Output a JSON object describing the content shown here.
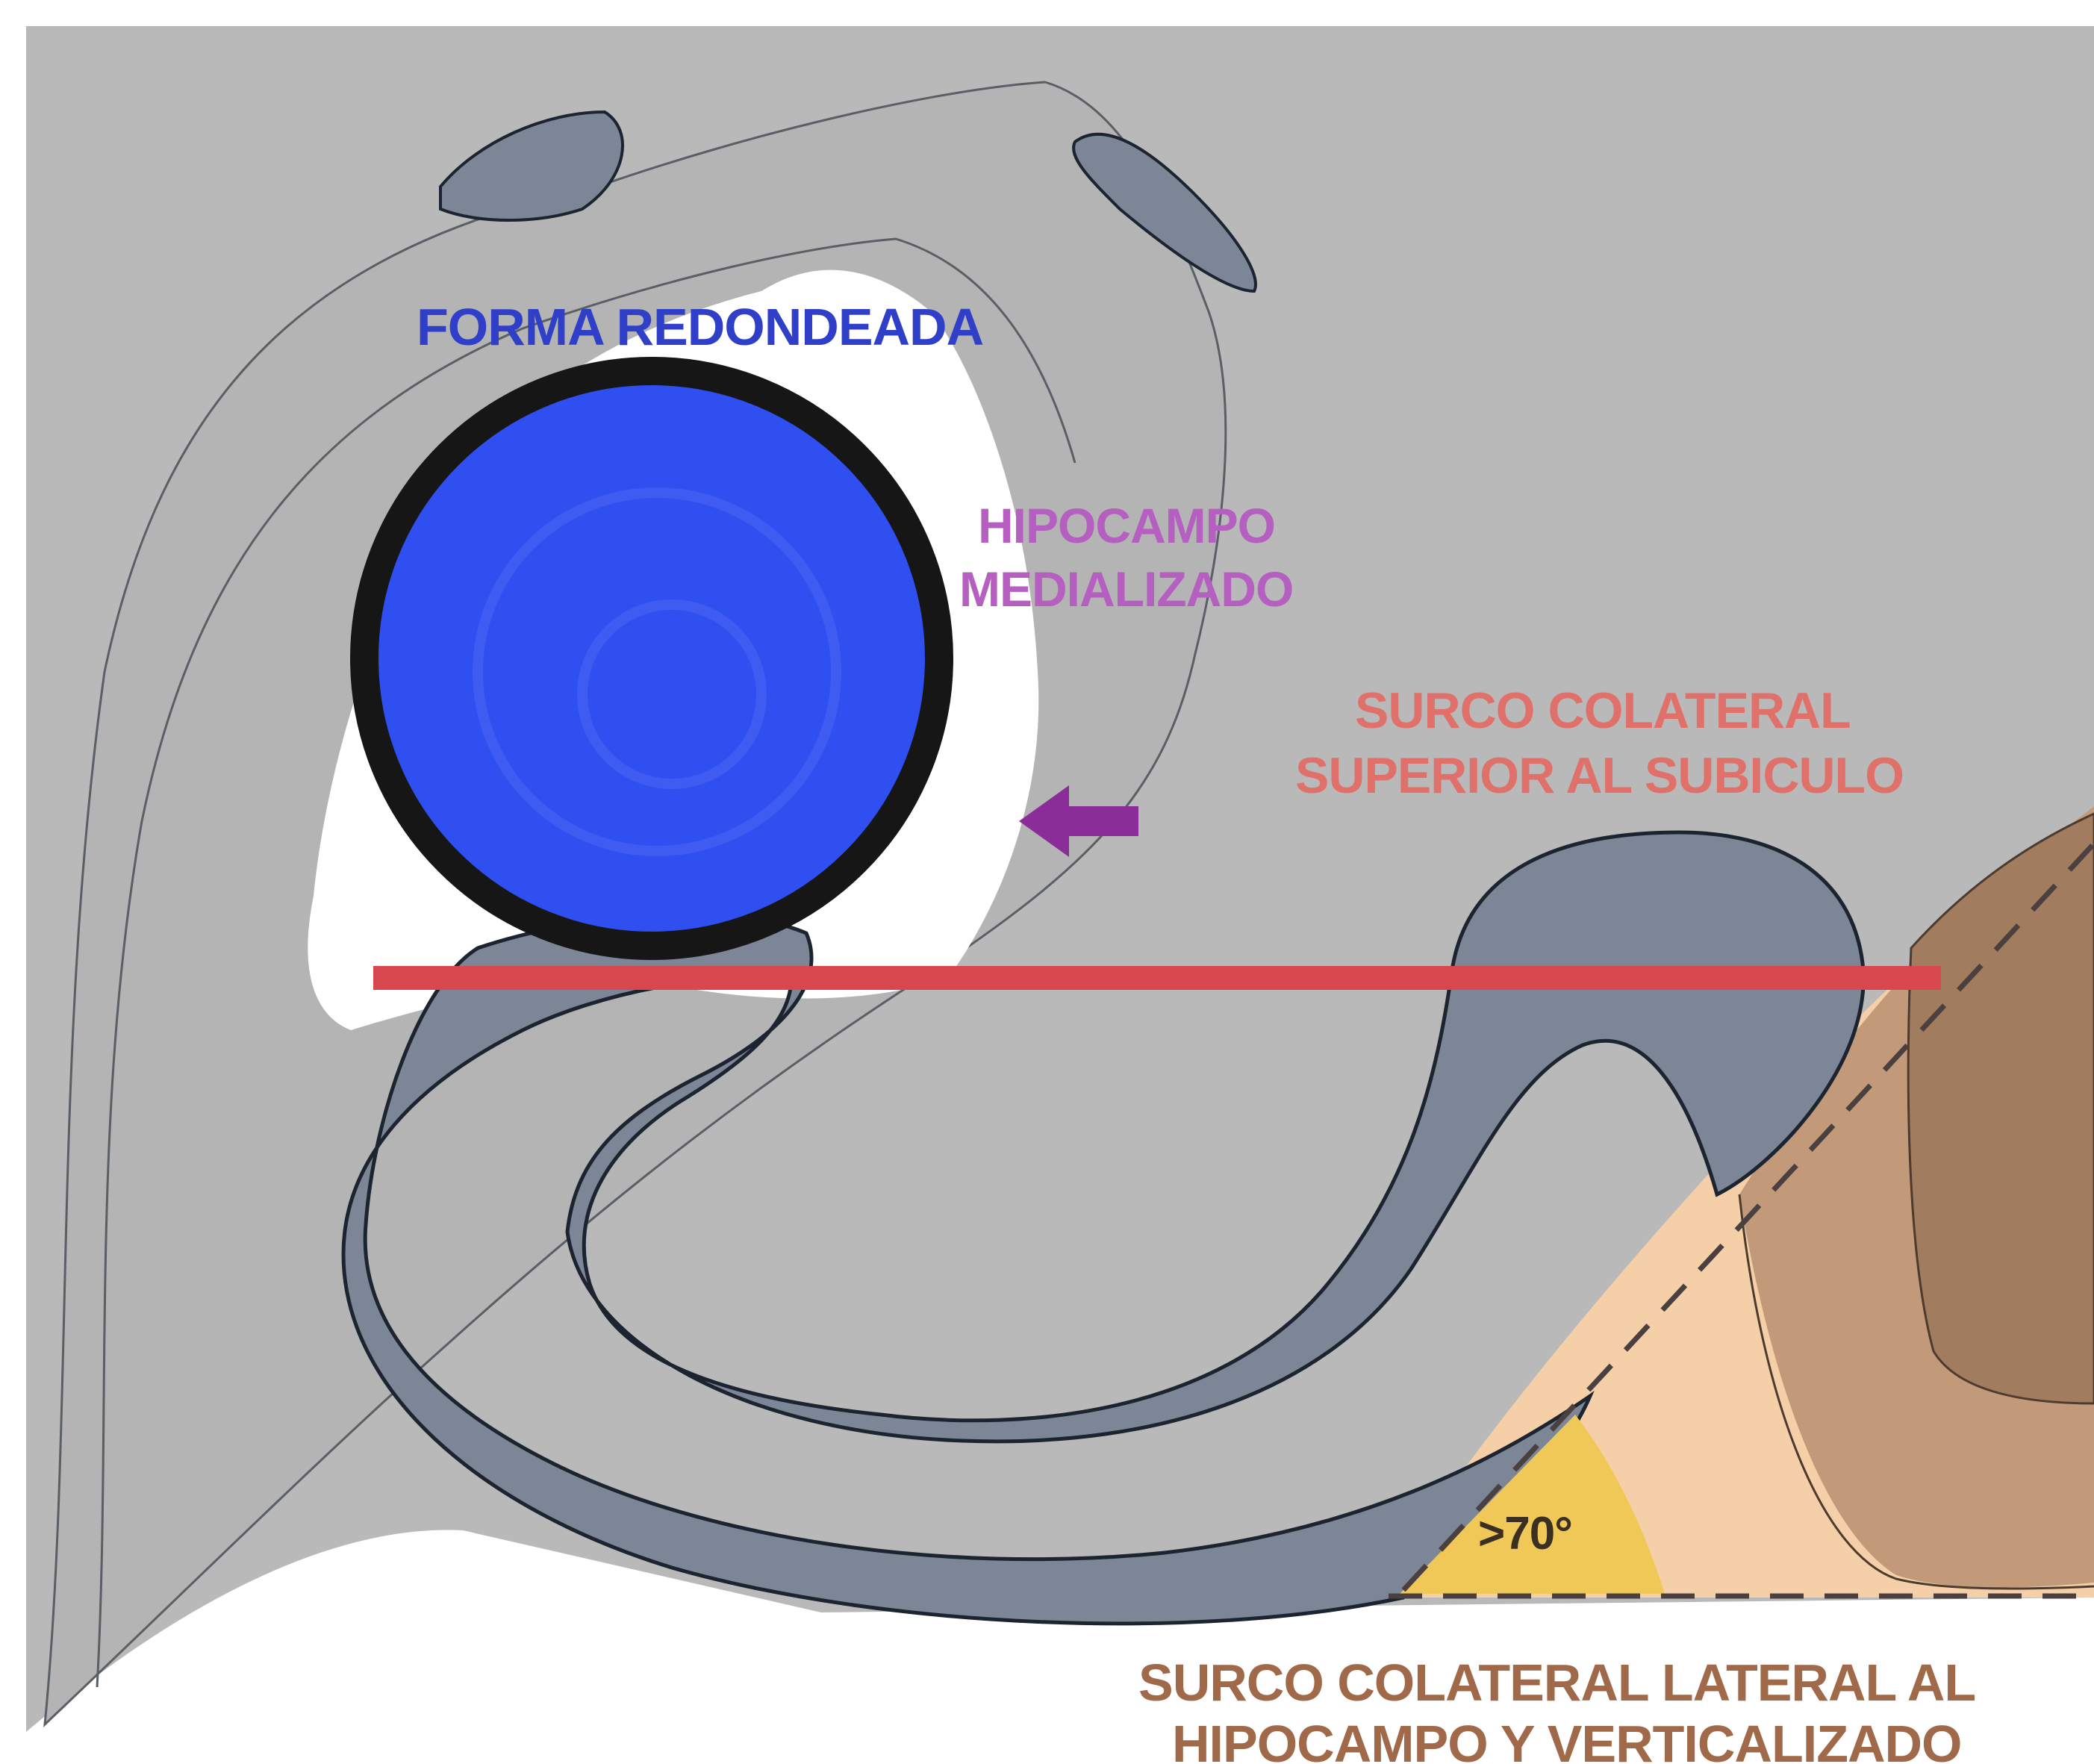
{
  "labels": {
    "forma": "FORMA REDONDEADA",
    "hipocampo_line1": "HIPOCAMPO",
    "hipocampo_line2": "MEDIALIZADO",
    "surco_sup_line1": "SURCO COLATERAL",
    "surco_sup_line2": "SUPERIOR AL SUBICULO",
    "angle": ">70°",
    "surco_lat_line1": "SURCO COLATERAL LATERAL AL",
    "surco_lat_line2": "HIPOCAMPO Y VERTICALIZADO"
  },
  "colors": {
    "background": "#b9b9b9",
    "white_matter": "#ffffff",
    "gyrus_fill": "#7c8697",
    "outline": "#1c2430",
    "circle_fill": "#2f4ff0",
    "circle_border": "#161616",
    "red_line": "#d9474e",
    "purple_arrow": "#8a2d98",
    "forma_text": "#2f3fc8",
    "hipocampo_text": "#b55fc0",
    "surco_sup_text": "#e0706a",
    "surco_lat_text": "#a06a4a",
    "angle_fill": "#f0c858",
    "peach_fill": "#f4cfa8",
    "tan_fill": "#c29a7a",
    "brown_fill": "#a27c5e"
  }
}
